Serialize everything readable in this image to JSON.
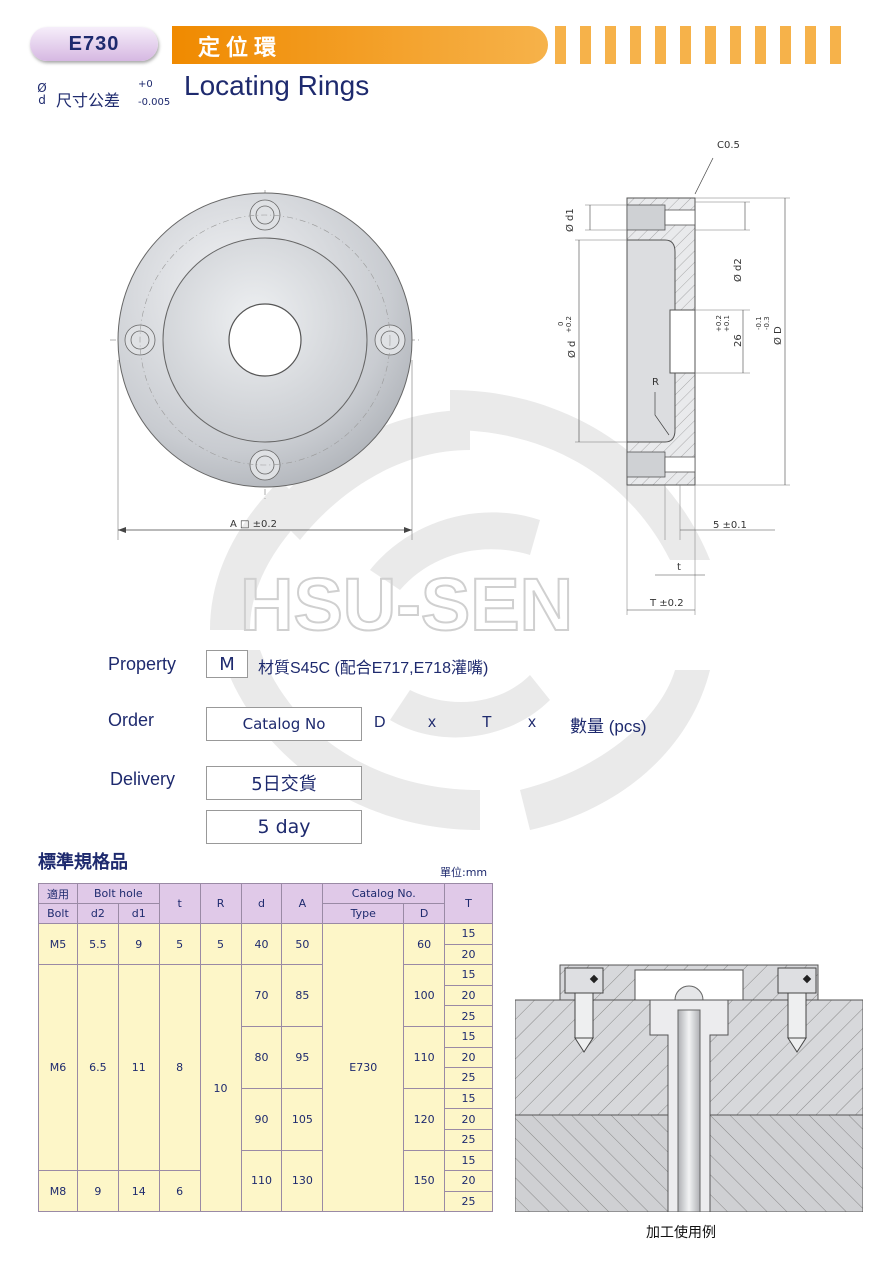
{
  "header": {
    "code": "E730",
    "title_zh": "定位環",
    "title_en": "Locating Rings",
    "tolerance": {
      "symbol_top": "Ø",
      "symbol_bottom": "d",
      "label": "尺寸公差",
      "upper": "+0",
      "lower": "-0.005"
    }
  },
  "drawing": {
    "front_dim": "A □ ±0.2",
    "chamfer": "C0.5",
    "d1": "Ø d1",
    "d2": "Ø d2",
    "d": "Ø d",
    "d_tol_top": "0",
    "d_tol_bottom": "+0.2",
    "h26": "26",
    "h26_tol_top": "+0.2",
    "h26_tol_bottom": "+0.1",
    "D": "Ø D",
    "D_tol_top": "-0.1",
    "D_tol_bottom": "-0.3",
    "radius": "R",
    "dim5": "5 ±0.1",
    "t": "t",
    "T": "T ±0.2",
    "watermark": "HSU-SEN"
  },
  "info": {
    "property_label": "Property",
    "material_code": "M",
    "material_text": "材質S45C (配合E717,E718灌嘴)",
    "order_label": "Order",
    "catalog_no": "Catalog No",
    "order_D": "D",
    "order_x1": "x",
    "order_T": "T",
    "order_x2": "x",
    "order_qty": "數量 (pcs)",
    "delivery_label": "Delivery",
    "delivery_zh": "5日交貨",
    "delivery_en": "5 day"
  },
  "table": {
    "title": "標準規格品",
    "unit": "單位:mm",
    "headers": {
      "bolt_top": "適用",
      "bolt_bottom": "Bolt",
      "bolt_hole": "Bolt hole",
      "d2": "d2",
      "d1": "d1",
      "t": "t",
      "R": "R",
      "d": "d",
      "A": "A",
      "catalog": "Catalog No.",
      "type": "Type",
      "D": "D",
      "T": "T"
    },
    "bolt_groups": [
      {
        "bolt": "M5",
        "d2": "5.5",
        "d1": "9",
        "t": "5",
        "R": "5"
      },
      {
        "bolt": "M6",
        "d2": "6.5",
        "d1": "11",
        "t": "8",
        "R": "10"
      },
      {
        "bolt": "M8",
        "d2": "9",
        "d1": "14",
        "t": "6"
      }
    ],
    "da_groups": [
      {
        "d": "40",
        "A": "50"
      },
      {
        "d": "70",
        "A": "85"
      },
      {
        "d": "80",
        "A": "95"
      },
      {
        "d": "90",
        "A": "105"
      },
      {
        "d": "110",
        "A": "130"
      }
    ],
    "type": "E730",
    "D_groups": [
      "60",
      "100",
      "110",
      "120",
      "150"
    ],
    "T_values": [
      "15",
      "20",
      "15",
      "20",
      "25",
      "15",
      "20",
      "25",
      "15",
      "20",
      "25",
      "15",
      "20",
      "25"
    ]
  },
  "usage_caption": "加工使用例"
}
